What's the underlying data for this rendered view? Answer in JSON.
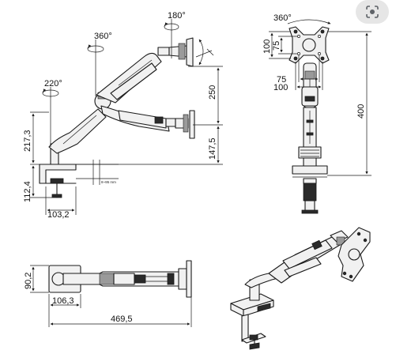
{
  "dimensions": {
    "rot_180": "180°",
    "rot_360_arm": "360°",
    "rot_220": "220°",
    "rot_360_head": "360°",
    "vesa_100_v": "100",
    "vesa_75_v": "75",
    "vesa_75_h": "75",
    "vesa_100_h": "100",
    "height_400": "400",
    "height_250": "250",
    "height_217": "217,3",
    "height_147": "147,5",
    "clamp_112": "112,4",
    "base_103": "103,2",
    "pole_90": "90,2",
    "depth_106": "106,3",
    "reach_469": "469,5",
    "desk_note": "8~95 mm"
  },
  "colors": {
    "line": "#1a1a1a",
    "arm_fill": "#f1f1f1",
    "button_bg": "#e6e6e6"
  },
  "icons": {
    "top_right": "google-lens-icon"
  }
}
